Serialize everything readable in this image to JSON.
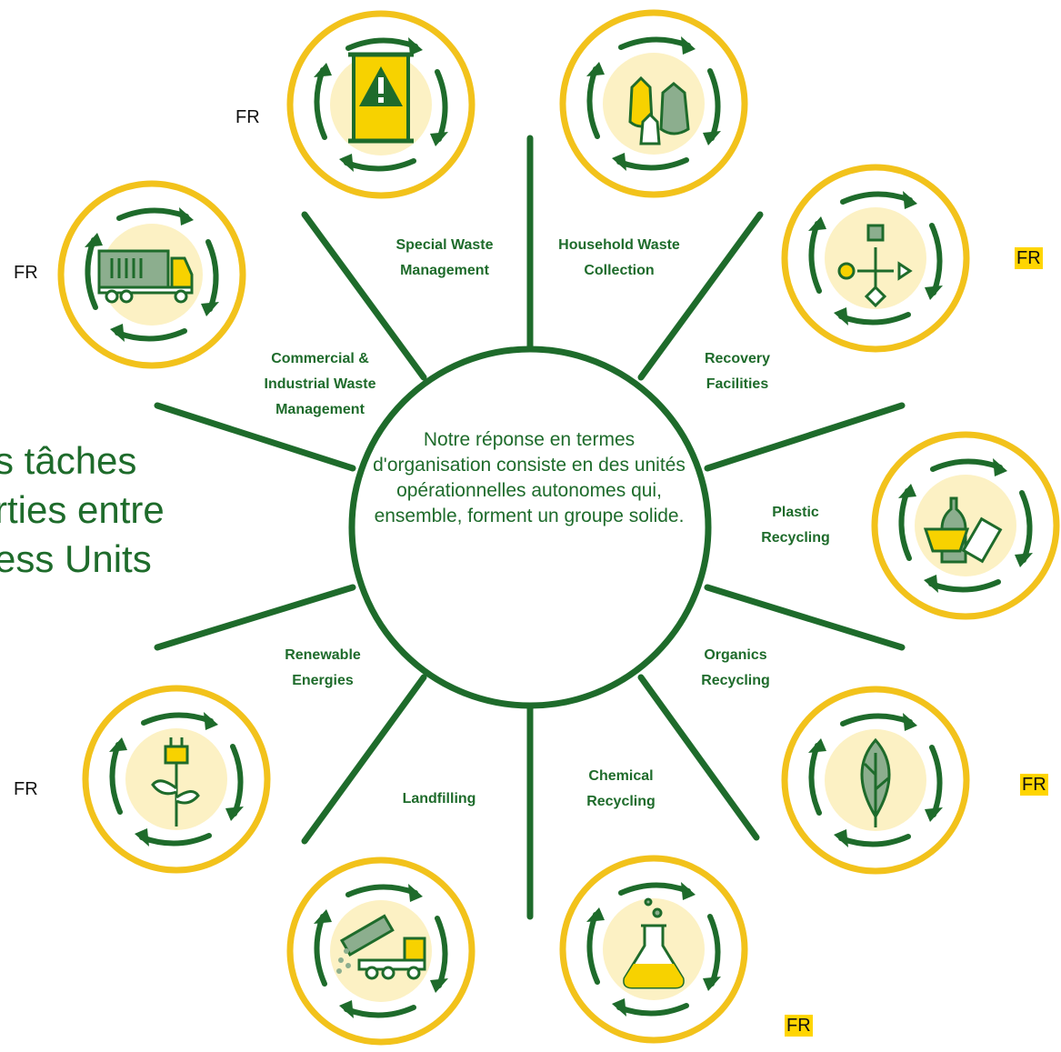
{
  "heading": [
    "s tâches",
    "rties entre",
    "ess Units"
  ],
  "center_text": "Notre réponse en termes d'organisation consiste en des unités opérationnelles autonomes qui, ensemble, forment un groupe solide.",
  "colors": {
    "green": "#1e6b2b",
    "yellow_ring": "#f2c21b",
    "pale_yellow": "#fcf1c4",
    "icon_yellow": "#f7d200",
    "icon_gray_green": "#8cae8e",
    "fr_highlight": "#ffd500"
  },
  "units": [
    {
      "icon": "special-waste-warning-icon",
      "label": [
        "Special Waste",
        "Management"
      ],
      "fr": "FR",
      "fr_highlight": false
    },
    {
      "icon": "household-waste-bags-icon",
      "label": [
        "Household Waste",
        "Collection"
      ],
      "fr": "",
      "fr_highlight": false
    },
    {
      "icon": "recovery-shapes-icon",
      "label": [
        "Recovery",
        "Facilities"
      ],
      "fr": "FR",
      "fr_highlight": true
    },
    {
      "icon": "plastic-bottles-icon",
      "label": [
        "Plastic",
        "Recycling"
      ],
      "fr": "",
      "fr_highlight": false
    },
    {
      "icon": "leaf-icon",
      "label": [
        "Organics",
        "Recycling"
      ],
      "fr": "FR",
      "fr_highlight": true
    },
    {
      "icon": "chemical-flask-icon",
      "label": [
        "Chemical",
        "Recycling"
      ],
      "fr": "FR",
      "fr_highlight": true
    },
    {
      "icon": "dump-truck-icon",
      "label": [
        "Landfilling"
      ],
      "fr": "",
      "fr_highlight": false
    },
    {
      "icon": "plug-plant-icon",
      "label": [
        "Renewable",
        "Energies"
      ],
      "fr": "FR",
      "fr_highlight": false
    },
    {
      "icon": "container-truck-icon",
      "label": [
        "Commercial &",
        "Industrial Waste",
        "Management"
      ],
      "fr": "FR",
      "fr_highlight": false
    }
  ]
}
